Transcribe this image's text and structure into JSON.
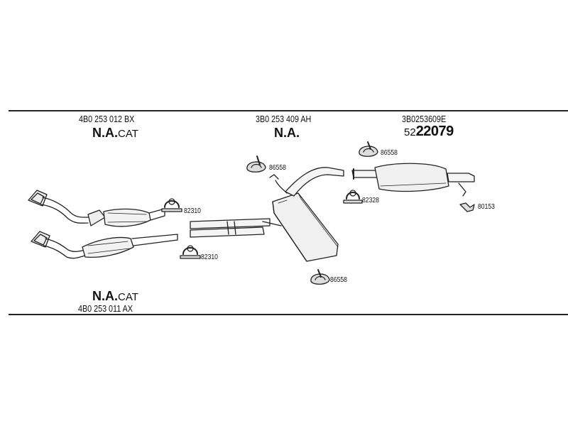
{
  "header": {
    "col1": {
      "part_no": "4B0 253 012 BX",
      "title_bold": "N.A.",
      "title_tail": "CAT"
    },
    "col2": {
      "part_no": "3B0 253 409 AH",
      "title_bold": "N.A."
    },
    "col3": {
      "part_no": "3B0253609E",
      "prefix": "52",
      "number": "22079"
    }
  },
  "footer": {
    "title_bold": "N.A.",
    "title_tail": "CAT",
    "part_no": "4B0 253 011 AX"
  },
  "callouts": {
    "clamp_upper": "82310",
    "clamp_lower": "82310",
    "hanger_front": "86558",
    "hanger_mid": "86558",
    "hanger_rear": "86558",
    "clamp_rear": "82328",
    "bracket_rear": "80153"
  },
  "colors": {
    "line": "#222222",
    "part_fill": "#f2f2f2",
    "shade": "#9a9a9a"
  }
}
